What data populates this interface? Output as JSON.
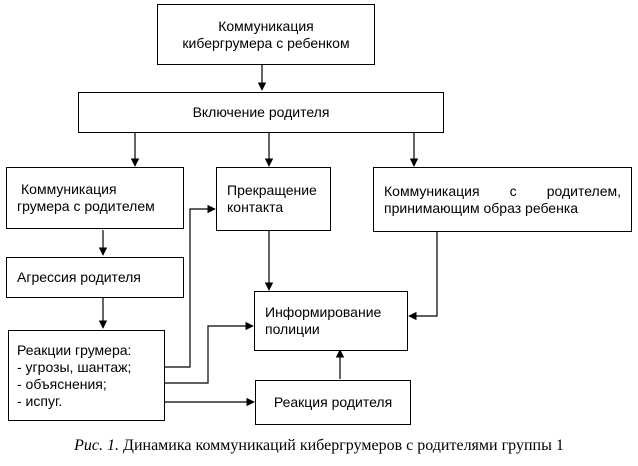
{
  "boxes": {
    "cybergroomer_child": [
      "Коммуникация",
      "кибергрумера с ребенком"
    ],
    "parent_inclusion": "Включение родителя",
    "groomer_parent": [
      "Коммуникация",
      "грумера с родителем"
    ],
    "contact_end": [
      "Прекращение",
      "контакта"
    ],
    "parent_accepting": [
      "Коммуникация с родителем,",
      "принимающим образ ребенка"
    ],
    "parent_aggression": "Агрессия родителя",
    "groomer_reactions": [
      "Реакции грумера:",
      "- угрозы, шантаж;",
      "- объяснения;",
      "- испуг."
    ],
    "police": [
      "Информирование",
      "полиции"
    ],
    "parent_reaction": "Реакция родителя"
  },
  "caption": {
    "figure_label": "Рис. 1.",
    "text": "Динамика коммуникаций кибергрумеров с родителями группы 1"
  }
}
